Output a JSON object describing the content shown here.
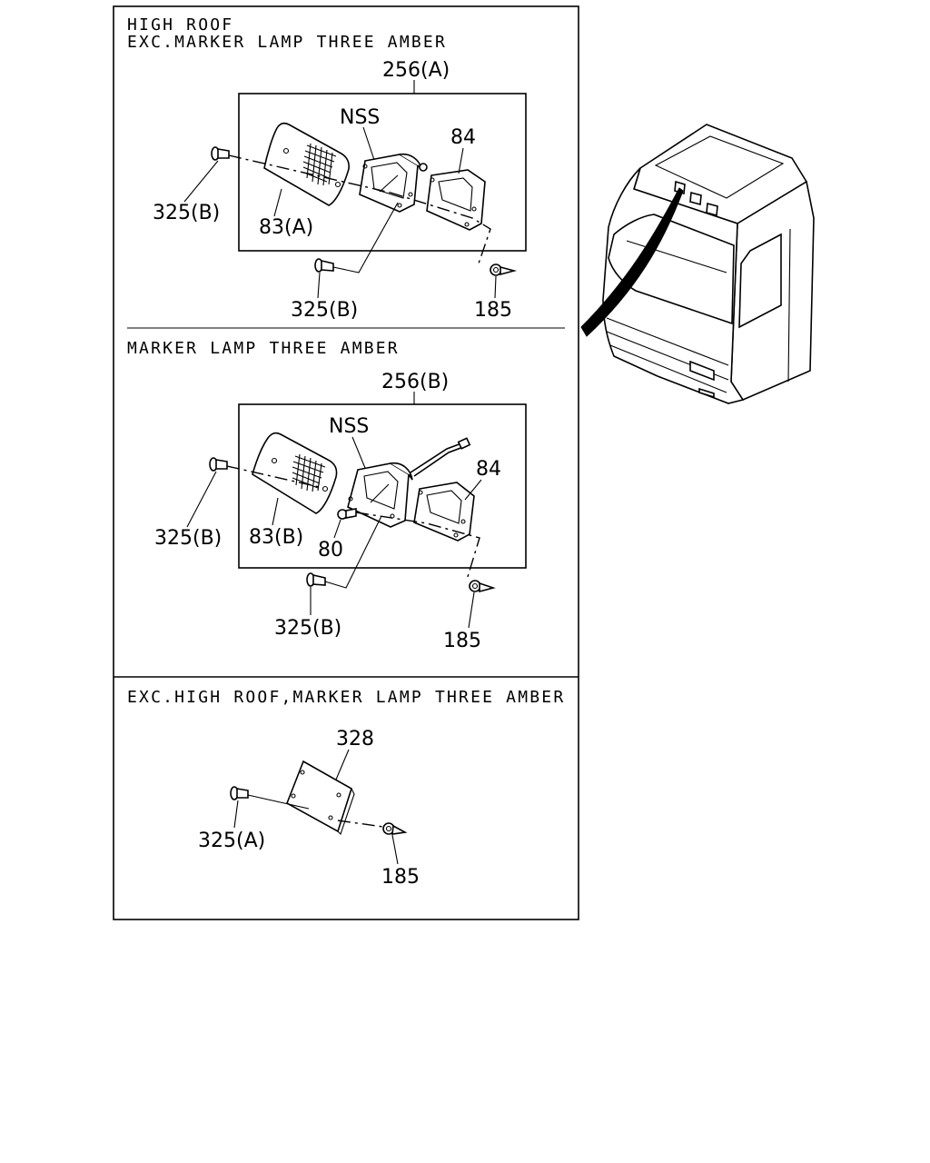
{
  "sections": [
    {
      "title_line1": "HIGH ROOF",
      "title_line2": "EXC.MARKER LAMP THREE AMBER",
      "labels": {
        "assembly": "256(A)",
        "nss": "NSS",
        "bracket": "84",
        "screw_left": "325(B)",
        "lens": "83(A)",
        "screw_bottom": "325(B)",
        "clip": "185"
      }
    },
    {
      "title": "MARKER LAMP THREE AMBER",
      "labels": {
        "assembly": "256(B)",
        "nss": "NSS",
        "bracket": "84",
        "screw_left": "325(B)",
        "lens": "83(B)",
        "bulb": "80",
        "screw_bottom": "325(B)",
        "clip": "185"
      }
    },
    {
      "title": "EXC.HIGH ROOF,MARKER LAMP THREE AMBER",
      "labels": {
        "plate": "328",
        "screw": "325(A)",
        "clip": "185"
      }
    }
  ]
}
